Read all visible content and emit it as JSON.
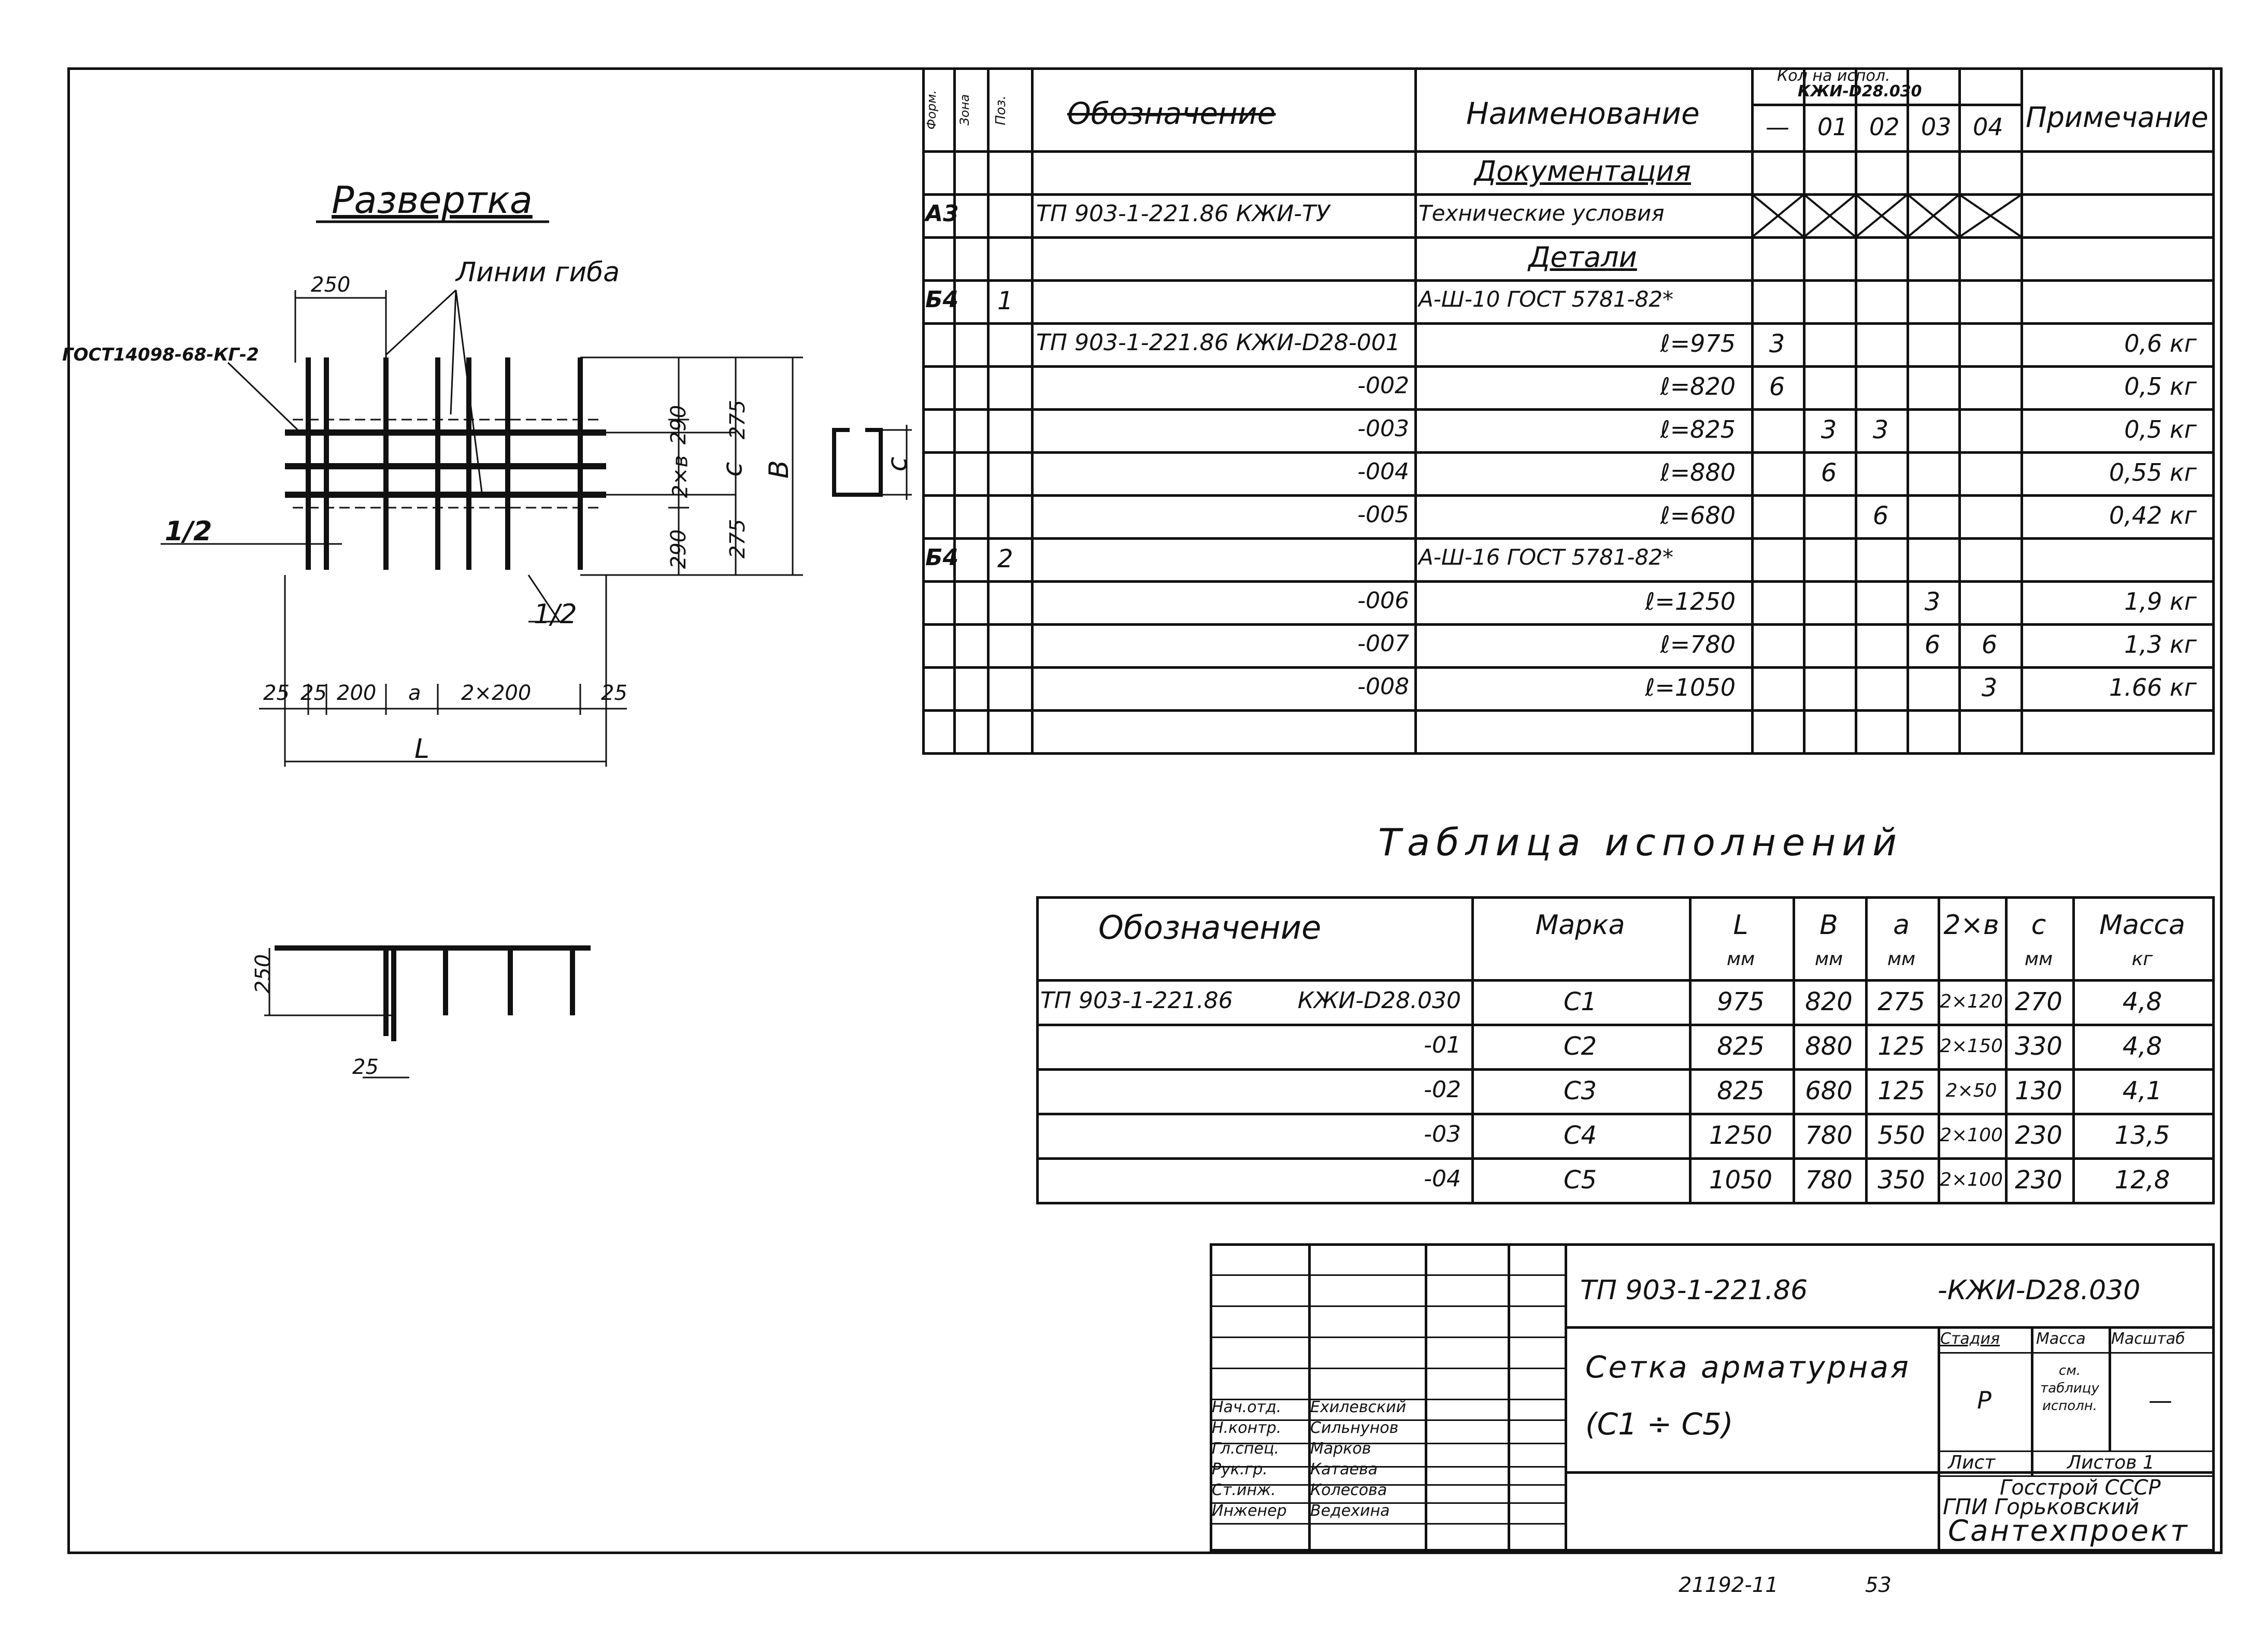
{
  "spec_table": {
    "headers": {
      "format": "Форм.",
      "zone": "Зона",
      "pos": "Поз.",
      "designation": "Обозначение",
      "name": "Наименование",
      "qty_group": "Кол на испол.",
      "qty_sub": "КЖИ-D28.030",
      "qty_cols": [
        "—",
        "01",
        "02",
        "03",
        "04"
      ],
      "note": "Примечание"
    },
    "rows": [
      {
        "format": "",
        "pos": "",
        "designation": "",
        "name": "Документация",
        "name_style": "section",
        "qty": [
          "",
          "",
          "",
          "",
          ""
        ],
        "note": ""
      },
      {
        "format": "А3",
        "pos": "",
        "designation": "ТП 903-1-221.86 КЖИ-ТУ",
        "name": "Технические условия",
        "name_style": "left",
        "qty": [
          "x",
          "x",
          "x",
          "x",
          "x"
        ],
        "note": ""
      },
      {
        "format": "",
        "pos": "",
        "designation": "",
        "name": "Детали",
        "name_style": "section",
        "qty": [
          "",
          "",
          "",
          "",
          ""
        ],
        "note": ""
      },
      {
        "format": "Б4",
        "pos": "1",
        "designation": "",
        "name": "А-Ш-10 ГОСТ 5781-82*",
        "name_style": "left",
        "qty": [
          "",
          "",
          "",
          "",
          ""
        ],
        "note": ""
      },
      {
        "format": "",
        "pos": "",
        "designation": "ТП 903-1-221.86 КЖИ-D28-001",
        "name": "ℓ=975",
        "name_style": "right",
        "qty": [
          "3",
          "",
          "",
          "",
          ""
        ],
        "note": "0,6 кг"
      },
      {
        "format": "",
        "pos": "",
        "designation": "-002",
        "name": "ℓ=820",
        "name_style": "right",
        "qty": [
          "6",
          "",
          "",
          "",
          ""
        ],
        "note": "0,5 кг"
      },
      {
        "format": "",
        "pos": "",
        "designation": "-003",
        "name": "ℓ=825",
        "name_style": "right",
        "qty": [
          "",
          "3",
          "3",
          "",
          ""
        ],
        "note": "0,5 кг"
      },
      {
        "format": "",
        "pos": "",
        "designation": "-004",
        "name": "ℓ=880",
        "name_style": "right",
        "qty": [
          "",
          "6",
          "",
          "",
          ""
        ],
        "note": "0,55 кг"
      },
      {
        "format": "",
        "pos": "",
        "designation": "-005",
        "name": "ℓ=680",
        "name_style": "right",
        "qty": [
          "",
          "",
          "6",
          "",
          ""
        ],
        "note": "0,42 кг"
      },
      {
        "format": "Б4",
        "pos": "2",
        "designation": "",
        "name": "А-Ш-16 ГОСТ 5781-82*",
        "name_style": "left",
        "qty": [
          "",
          "",
          "",
          "",
          ""
        ],
        "note": ""
      },
      {
        "format": "",
        "pos": "",
        "designation": "-006",
        "name": "ℓ=1250",
        "name_style": "right",
        "qty": [
          "",
          "",
          "",
          "3",
          ""
        ],
        "note": "1,9 кг"
      },
      {
        "format": "",
        "pos": "",
        "designation": "-007",
        "name": "ℓ=780",
        "name_style": "right",
        "qty": [
          "",
          "",
          "",
          "6",
          "6"
        ],
        "note": "1,3 кг"
      },
      {
        "format": "",
        "pos": "",
        "designation": "-008",
        "name": "ℓ=1050",
        "name_style": "right",
        "qty": [
          "",
          "",
          "",
          "",
          "3"
        ],
        "note": "1.66 кг"
      },
      {
        "format": "",
        "pos": "",
        "designation": "",
        "name": "",
        "name_style": "left",
        "qty": [
          "",
          "",
          "",
          "",
          ""
        ],
        "note": ""
      }
    ]
  },
  "exec_table": {
    "title": "Таблица исполнений",
    "headers": [
      {
        "main": "Обозначение",
        "unit": ""
      },
      {
        "main": "Марка",
        "unit": ""
      },
      {
        "main": "L",
        "unit": "мм"
      },
      {
        "main": "В",
        "unit": "мм"
      },
      {
        "main": "а",
        "unit": "мм"
      },
      {
        "main": "2×в",
        "unit": ""
      },
      {
        "main": "с",
        "unit": "мм"
      },
      {
        "main": "Масса",
        "unit": "кг"
      }
    ],
    "rows": [
      {
        "code_left": "ТП 903-1-221.86",
        "code_right": "КЖИ-D28.030",
        "mark": "С1",
        "L": "975",
        "B": "820",
        "a": "275",
        "2b": "2×120",
        "c": "270",
        "mass": "4,8"
      },
      {
        "code_left": "",
        "code_right": "-01",
        "mark": "С2",
        "L": "825",
        "B": "880",
        "a": "125",
        "2b": "2×150",
        "c": "330",
        "mass": "4,8"
      },
      {
        "code_left": "",
        "code_right": "-02",
        "mark": "С3",
        "L": "825",
        "B": "680",
        "a": "125",
        "2b": "2×50",
        "c": "130",
        "mass": "4,1"
      },
      {
        "code_left": "",
        "code_right": "-03",
        "mark": "С4",
        "L": "1250",
        "B": "780",
        "a": "550",
        "2b": "2×100",
        "c": "230",
        "mass": "13,5"
      },
      {
        "code_left": "",
        "code_right": "-04",
        "mark": "С5",
        "L": "1050",
        "B": "780",
        "a": "350",
        "2b": "2×100",
        "c": "230",
        "mass": "12,8"
      }
    ]
  },
  "drawing": {
    "title": "Развертка",
    "gost_label": "ГОСТ14098-68-КГ-2",
    "bend_label": "Линии гиба",
    "dim_250_top": "250",
    "dim_290a": "290",
    "dim_275a": "275",
    "dim_2b": "2×в",
    "dim_c": "с",
    "dim_B": "В",
    "dim_290b": "290",
    "dim_275b": "275",
    "pos_1": "1/2",
    "pos_2": "1/2",
    "bottom_dims": [
      "25",
      "25",
      "200",
      "а",
      "2×200",
      "25"
    ],
    "dim_L": "L",
    "side_c": "с",
    "elev_250": "250",
    "elev_25": "25"
  },
  "title_block": {
    "doc_code_left": "ТП 903-1-221.86",
    "doc_code_right": "-КЖИ-D28.030",
    "name_line1": "Сетка арматурная",
    "name_line2": "(С1 ÷ С5)",
    "stage_header": "Стадия",
    "mass_header": "Масса",
    "scale_header": "Масштаб",
    "stage_value": "Р",
    "mass_value": "см. таблицу исполн.",
    "scale_value": "—",
    "sheet_label": "Лист",
    "sheets_label": "Листов 1",
    "org_line1": "Госстрой СССР",
    "org_line2": "ГПИ Горьковский",
    "org_line3": "Сантехпроект",
    "signers": [
      {
        "role": "Нач.отд.",
        "name": "Ехилевский"
      },
      {
        "role": "Н.контр.",
        "name": "Сильнунов"
      },
      {
        "role": "Гл.спец.",
        "name": "Марков"
      },
      {
        "role": "Рук.гр.",
        "name": "Катаева"
      },
      {
        "role": "Ст.инж.",
        "name": "Колесова"
      },
      {
        "role": "Инженер",
        "name": "Ведехина"
      }
    ]
  },
  "footer": {
    "inventory": "21192-11",
    "page": "53"
  }
}
